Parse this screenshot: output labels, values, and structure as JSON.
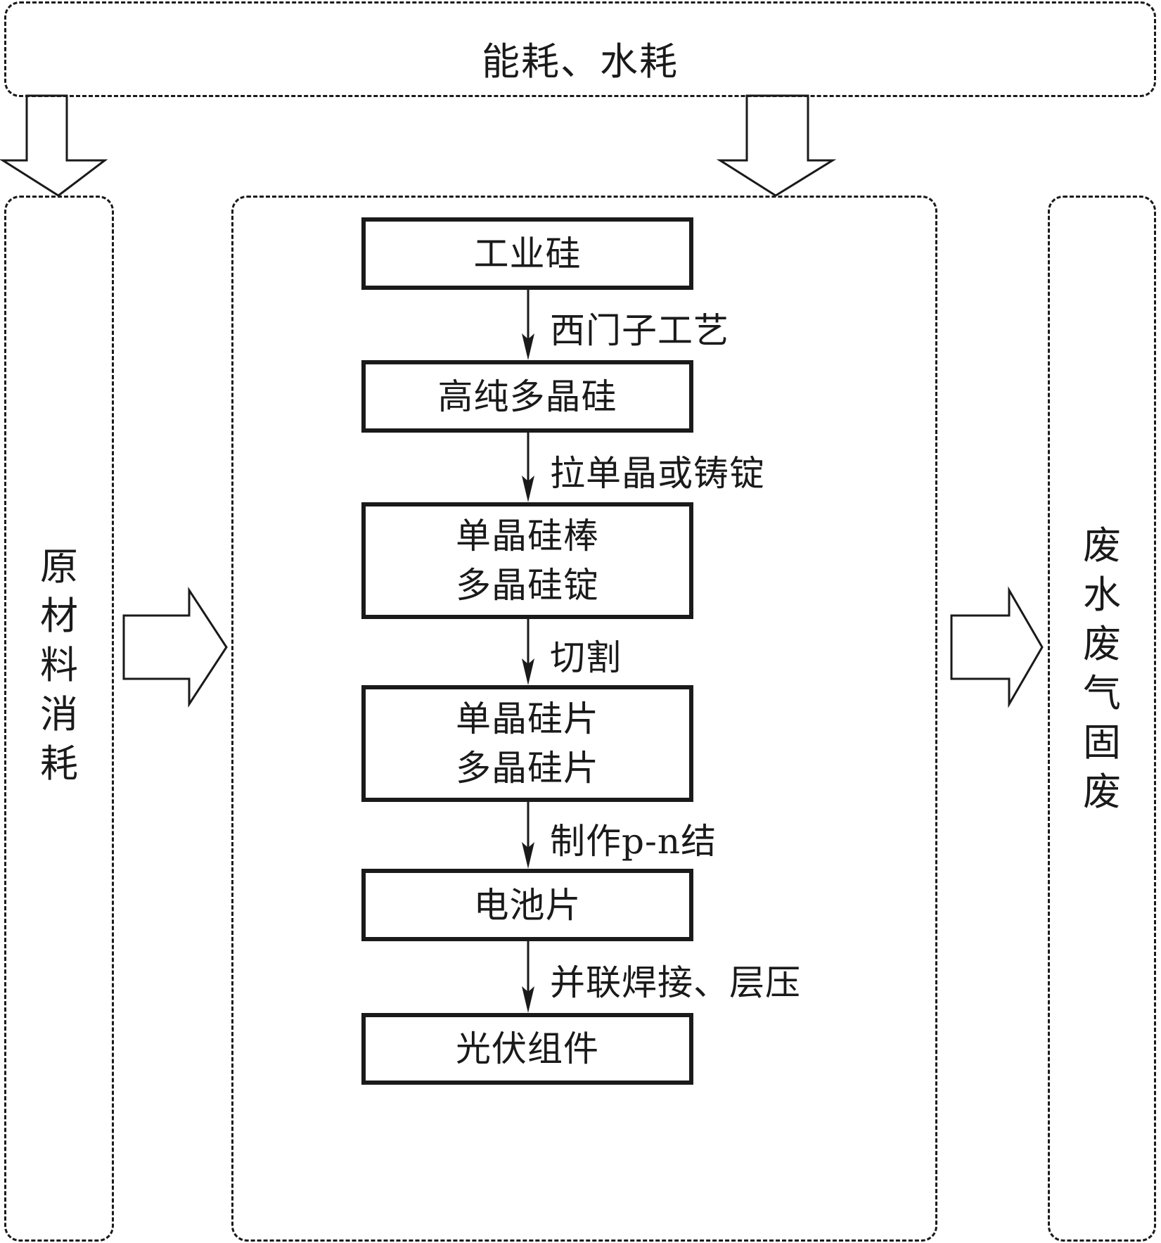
{
  "top": {
    "label": "能耗、水耗"
  },
  "left": {
    "label_chars": [
      "原",
      "材",
      "料",
      "消",
      "耗"
    ]
  },
  "right": {
    "label_chars": [
      "废",
      "水",
      "废",
      "气",
      "固",
      "废"
    ]
  },
  "flow": {
    "nodes": [
      {
        "lines": [
          "工业硅"
        ]
      },
      {
        "lines": [
          "高纯多晶硅"
        ]
      },
      {
        "lines": [
          "单晶硅棒",
          "多晶硅锭"
        ]
      },
      {
        "lines": [
          "单晶硅片",
          "多晶硅片"
        ]
      },
      {
        "lines": [
          "电池片"
        ]
      },
      {
        "lines": [
          "光伏组件"
        ]
      }
    ],
    "steps": [
      "西门子工艺",
      "拉单晶或铸锭",
      "切割",
      "制作p-n结",
      "并联焊接、层压"
    ]
  }
}
